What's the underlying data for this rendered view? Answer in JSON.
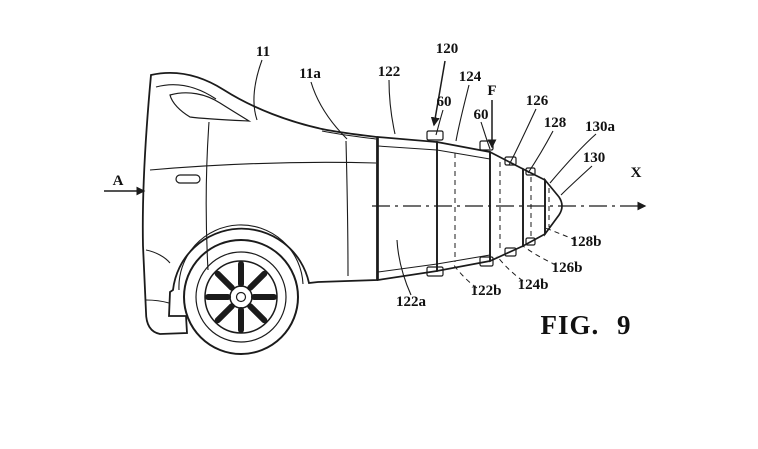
{
  "colors": {
    "ink": "#1b1b1b",
    "paper": "#ffffff"
  },
  "figure": {
    "caption": "FIG. 9",
    "section_arrow_label": "A",
    "axis_label": "X",
    "flow_arrow_label": "F"
  },
  "labels": {
    "n11": "11",
    "n11a": "11a",
    "n120": "120",
    "n122": "122",
    "n124": "124",
    "n60_left": "60",
    "n60_right": "60",
    "n126": "126",
    "n128": "128",
    "n130a": "130a",
    "n130": "130",
    "n122a": "122a",
    "n122b": "122b",
    "n124b": "124b",
    "n126b": "126b",
    "n128b": "128b"
  }
}
